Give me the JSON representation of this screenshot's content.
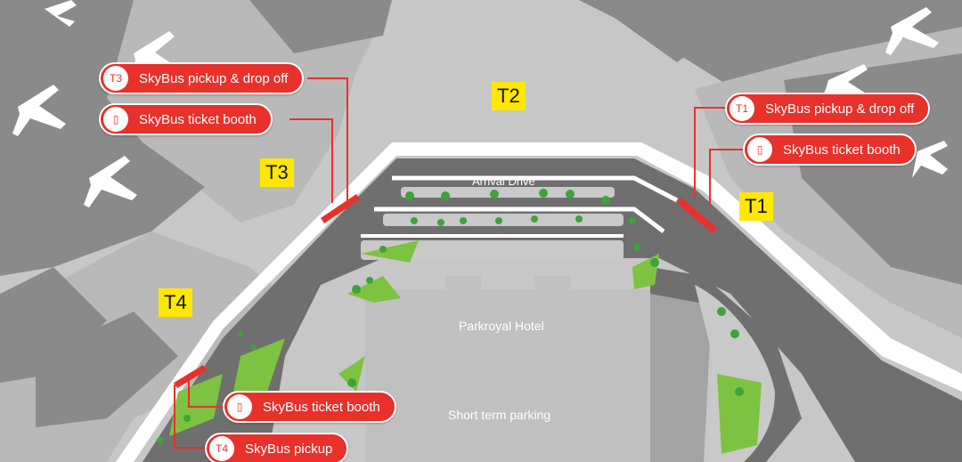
{
  "terminals": {
    "t1": "T1",
    "t2": "T2",
    "t3": "T3",
    "t4": "T4"
  },
  "places": {
    "arrival_drive": "Arrival Drive",
    "hotel": "Parkroyal Hotel",
    "parking": "Short term parking"
  },
  "callouts": {
    "t3_pickup": {
      "badge": "T3",
      "label": "SkyBus pickup & drop off"
    },
    "t3_booth": {
      "badge_icon": "ticket-icon",
      "label": "SkyBus ticket booth"
    },
    "t1_pickup": {
      "badge": "T1",
      "label": "SkyBus pickup & drop off"
    },
    "t1_booth": {
      "badge_icon": "ticket-icon",
      "label": "SkyBus ticket booth"
    },
    "t4_booth": {
      "badge_icon": "ticket-icon",
      "label": "SkyBus ticket booth"
    },
    "t4_pickup": {
      "badge": "T4",
      "label": "SkyBus pickup"
    }
  },
  "colors": {
    "building": "#8a8a8a",
    "ground": "#c9c9c9",
    "road": "#6f6f6f",
    "walkway": "#ffffff",
    "grass": "#7ec242",
    "accent_red": "#e8312b",
    "terminal_label": "#ffe800"
  }
}
